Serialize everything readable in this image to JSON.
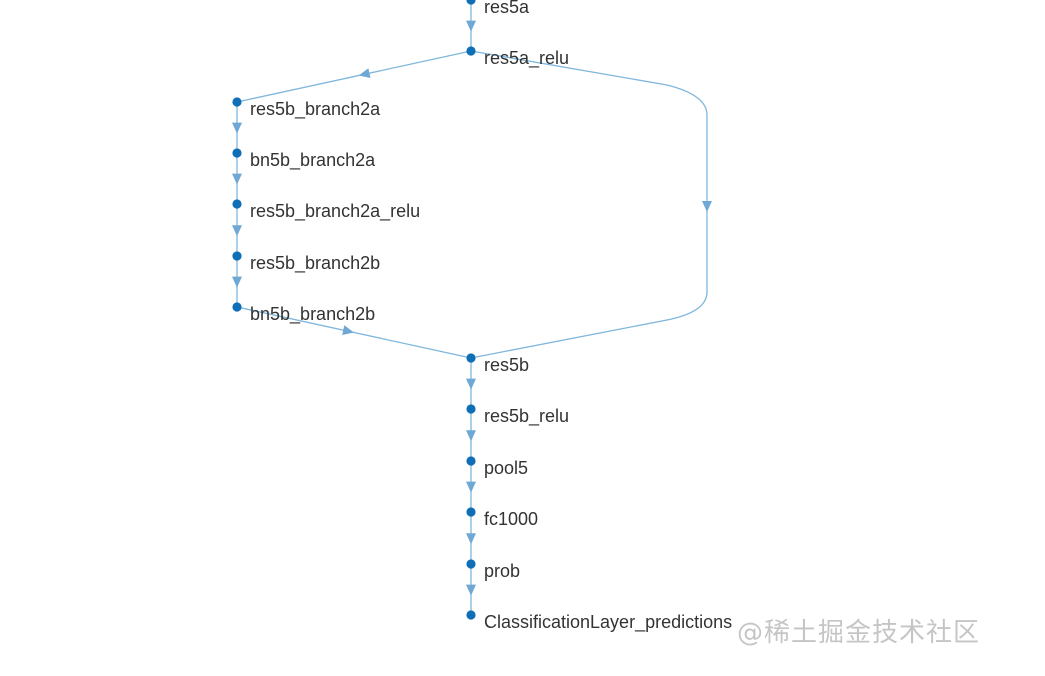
{
  "diagram": {
    "nodes": [
      {
        "id": "res5a",
        "label": "res5a"
      },
      {
        "id": "res5a_relu",
        "label": "res5a_relu"
      },
      {
        "id": "res5b_branch2a",
        "label": "res5b_branch2a"
      },
      {
        "id": "bn5b_branch2a",
        "label": "bn5b_branch2a"
      },
      {
        "id": "res5b_branch2a_relu",
        "label": "res5b_branch2a_relu"
      },
      {
        "id": "res5b_branch2b",
        "label": "res5b_branch2b"
      },
      {
        "id": "bn5b_branch2b",
        "label": "bn5b_branch2b"
      },
      {
        "id": "res5b",
        "label": "res5b"
      },
      {
        "id": "res5b_relu",
        "label": "res5b_relu"
      },
      {
        "id": "pool5",
        "label": "pool5"
      },
      {
        "id": "fc1000",
        "label": "fc1000"
      },
      {
        "id": "prob",
        "label": "prob"
      },
      {
        "id": "ClassificationLayer_predictions",
        "label": "ClassificationLayer_predictions"
      }
    ],
    "edges": [
      [
        "res5a",
        "res5a_relu"
      ],
      [
        "res5a_relu",
        "res5b_branch2a"
      ],
      [
        "res5b_branch2a",
        "bn5b_branch2a"
      ],
      [
        "bn5b_branch2a",
        "res5b_branch2a_relu"
      ],
      [
        "res5b_branch2a_relu",
        "res5b_branch2b"
      ],
      [
        "res5b_branch2b",
        "bn5b_branch2b"
      ],
      [
        "bn5b_branch2b",
        "res5b"
      ],
      [
        "res5a_relu",
        "res5b"
      ],
      [
        "res5b",
        "res5b_relu"
      ],
      [
        "res5b_relu",
        "pool5"
      ],
      [
        "pool5",
        "fc1000"
      ],
      [
        "fc1000",
        "prob"
      ],
      [
        "prob",
        "ClassificationLayer_predictions"
      ]
    ],
    "colors": {
      "node": "#0f6fb6",
      "edge": "#7fb6dc",
      "arrow": "#6fa8d4",
      "label": "#333333"
    }
  },
  "watermark": {
    "text": "@稀土掘金技术社区"
  }
}
